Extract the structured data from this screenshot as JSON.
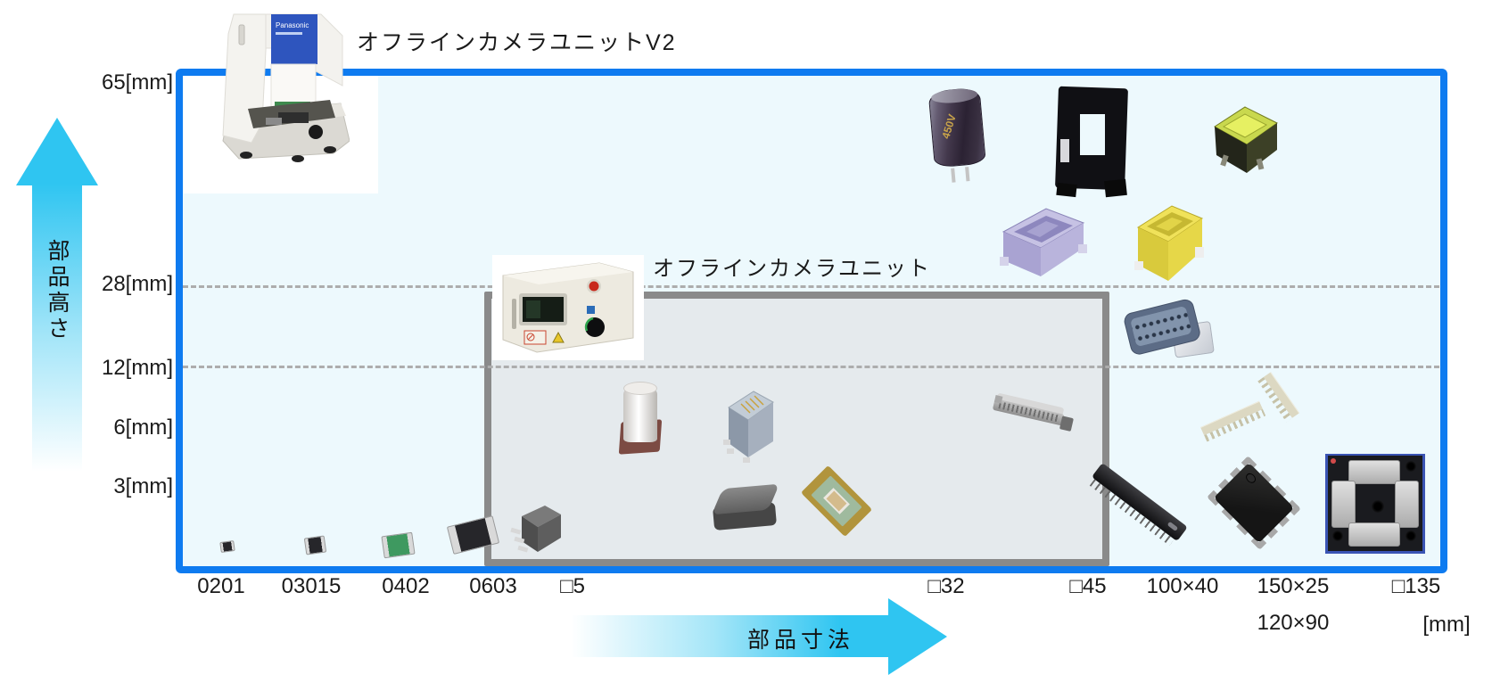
{
  "titles": {
    "v2_unit": "オフラインカメラユニットV2",
    "v1_unit": "オフラインカメラユニット"
  },
  "axes": {
    "y": {
      "title": "部品高さ",
      "labels": [
        "65[mm]",
        "28[mm]",
        "12[mm]",
        "6[mm]",
        "3[mm]"
      ]
    },
    "x": {
      "title": "部品寸法",
      "labels": [
        "0201",
        "03015",
        "0402",
        "0603",
        "□5",
        "□32",
        "□45",
        "100×40",
        "150×25",
        "120×90",
        "□135"
      ],
      "unit": "[mm]"
    }
  },
  "machines": {
    "v2_brand": "Panasonic"
  },
  "components": {
    "capacitor_marking": "450V",
    "items": [
      "camera-unit-v2",
      "camera-unit",
      "electrolytic-capacitor",
      "coil-bobbin",
      "transformer",
      "connector-purple",
      "connector-yellow",
      "dsub-connector",
      "pin-header-strip",
      "smd-capacitor-white",
      "modular-jack",
      "chip-component-gray",
      "bga-package",
      "ffc-connector",
      "power-connector-sq5",
      "chip-0201",
      "chip-03015",
      "chip-0402",
      "chip-0603",
      "sip-header",
      "qfp-ic",
      "metal-pad-module"
    ]
  },
  "colors": {
    "outer_border": "#0E7BF0",
    "outer_fill": "#EDF9FD",
    "inner_border": "#8A8A8A",
    "inner_fill": "#E5EAED",
    "arrow": "#2FC5F1",
    "dashed_line": "#ADADAD",
    "text": "#1A1A1A"
  }
}
